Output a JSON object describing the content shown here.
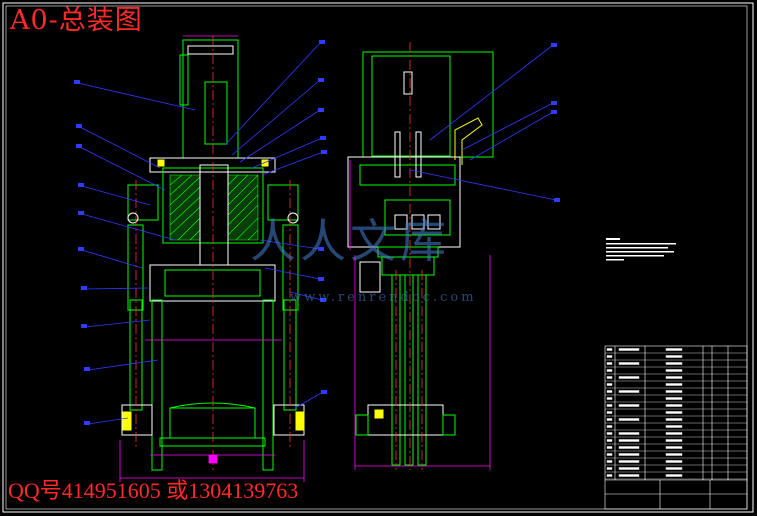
{
  "title": "A0-总装图",
  "contact": "QQ号414951605 或1304139763",
  "watermark": {
    "text": "人人文库",
    "url": "www.renrendoc.com"
  },
  "colors": {
    "background": "#000000",
    "frame": "#ffffff",
    "part": "#00ff00",
    "leader": "#2f3bff",
    "center": "#ff3030",
    "dimension": "#ff00ff",
    "highlight": "#ffff00",
    "hatch": "#00ff00",
    "cyan": "#00ffff",
    "title_text": "#ff2a2a"
  }
}
